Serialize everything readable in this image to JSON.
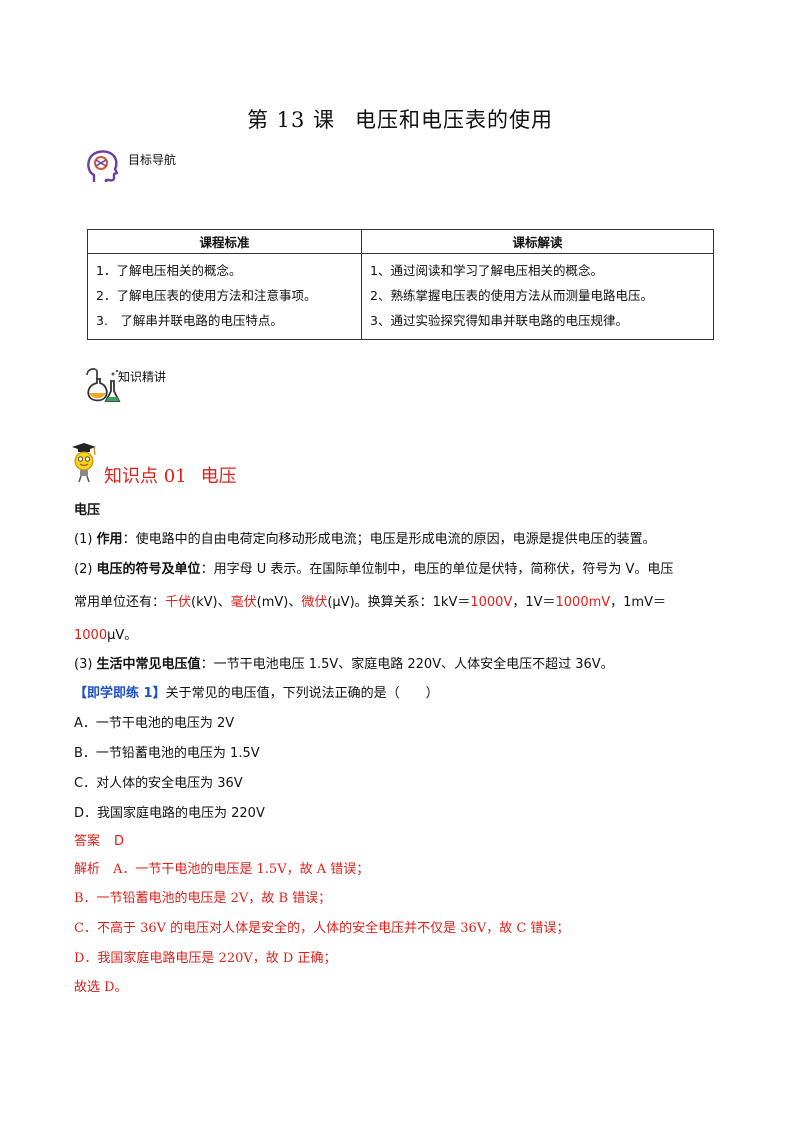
{
  "title": {
    "lesson": "第 13 课",
    "topic": "电压和电压表的使用"
  },
  "nav": {
    "label": "目标导航"
  },
  "standards_table": {
    "headers": [
      "课程标准",
      "课标解读"
    ],
    "left": [
      "1．了解电压相关的概念。",
      "2．了解电压表的使用方法和注意事项。",
      "3.　了解串并联电路的电压特点。"
    ],
    "right": [
      "1、通过阅读和学习了解电压相关的概念。",
      "2、熟练掌握电压表的使用方法从而测量电路电压。",
      "3、通过实验探究得知串并联电路的电压规律。"
    ]
  },
  "lab": {
    "label": "知识精讲"
  },
  "knowledge_point": {
    "number": "知识点 01",
    "name": "电压"
  },
  "section_heading": "电压",
  "p1": {
    "prefix": "(1) ",
    "bold": "作用",
    "text": "：使电路中的自由电荷定向移动形成电流；电压是形成电流的原因，电源是提供电压的装置。"
  },
  "p2": {
    "prefix": "(2) ",
    "bold": "电压的符号及单位",
    "text1": "：用字母 U 表示。在国际单位制中，电压的单位是伏特，简称伏，符号为 V。电压",
    "line2_a": "常用单位还有：",
    "kv": "千伏",
    "kv_unit": "(kV)、",
    "mv": "毫伏",
    "mv_unit": "(mV)、",
    "uv": "微伏",
    "uv_unit": "(μV)。换算关系：1kV＝",
    "v1000a": "1000V",
    "mid": "，1V＝",
    "v1000b": "1000mV",
    "mid2": "，1mV＝",
    "line3_red": "1000",
    "line3_unit": "μV。"
  },
  "p3": {
    "prefix": "(3) ",
    "bold": "生活中常见电压值",
    "text": "：一节干电池电压 1.5V、家庭电路 220V、人体安全电压不超过 36V。"
  },
  "exercise": {
    "tag": "【即学即练 1】",
    "question": "关于常见的电压值，下列说法正确的是（　　）"
  },
  "options": [
    "A．一节干电池的电压为 2V",
    "B．一节铅蓄电池的电压为 1.5V",
    "C．对人体的安全电压为 36V",
    "D．我国家庭电路的电压为 220V"
  ],
  "answer": {
    "label": "答案",
    "value": "D"
  },
  "analysis": [
    "解析　A．一节干电池的电压是 1.5V，故 A 错误；",
    "B．一节铅蓄电池的电压是 2V，故 B 错误；",
    "C．不高于 36V 的电压对人体是安全的，人体的安全电压并不仅是 36V，故 C 错误；",
    "D．我国家庭电路电压是 220V，故 D 正确；",
    "故选 D。"
  ],
  "colors": {
    "accent_red": "#e0201b",
    "accent_blue": "#1a50c8"
  },
  "icons": [
    "brain-head-icon",
    "lab-flask-icon",
    "lightbulb-graduate-icon"
  ]
}
